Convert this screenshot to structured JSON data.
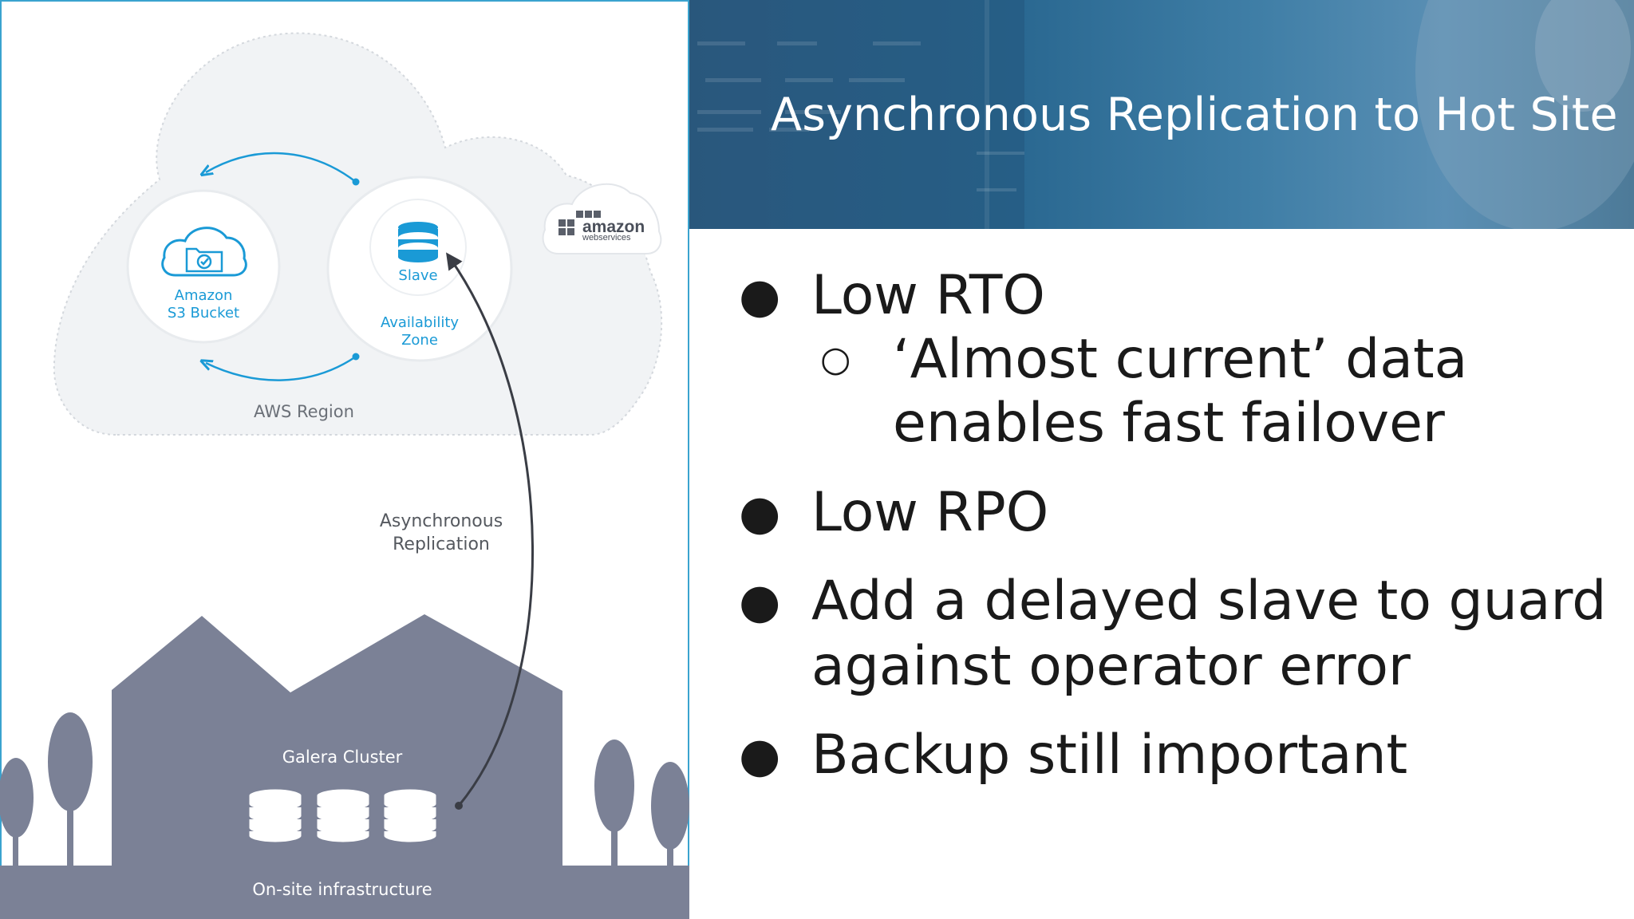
{
  "slide": {
    "title": "Asynchronous Replication to Hot Site",
    "bullets": [
      {
        "text": "Low RTO",
        "sub": [
          {
            "line1": "‘Almost current’ data",
            "line2": "enables fast failover"
          }
        ]
      },
      {
        "text": "Low RPO"
      },
      {
        "line1": "Add a delayed slave to guard",
        "line2": "against operator error"
      },
      {
        "text": "Backup still important"
      }
    ],
    "bullet_glyph": "●",
    "sub_bullet_glyph": "○"
  },
  "diagram": {
    "aws_region_label": "AWS Region",
    "s3": {
      "line1": "Amazon",
      "line2": "S3 Bucket"
    },
    "slave_label": "Slave",
    "az": {
      "line1": "Availability",
      "line2": "Zone"
    },
    "aws_logo": {
      "word": "amazon",
      "sub": "webservices"
    },
    "replication": {
      "line1": "Asynchronous",
      "line2": "Replication"
    },
    "galera_label": "Galera Cluster",
    "onsite_label": "On-site infrastructure",
    "colors": {
      "accent": "#1a9ad6",
      "building": "#7b8196",
      "cloud": "#f1f3f5",
      "arrow": "#3a3d45"
    }
  }
}
